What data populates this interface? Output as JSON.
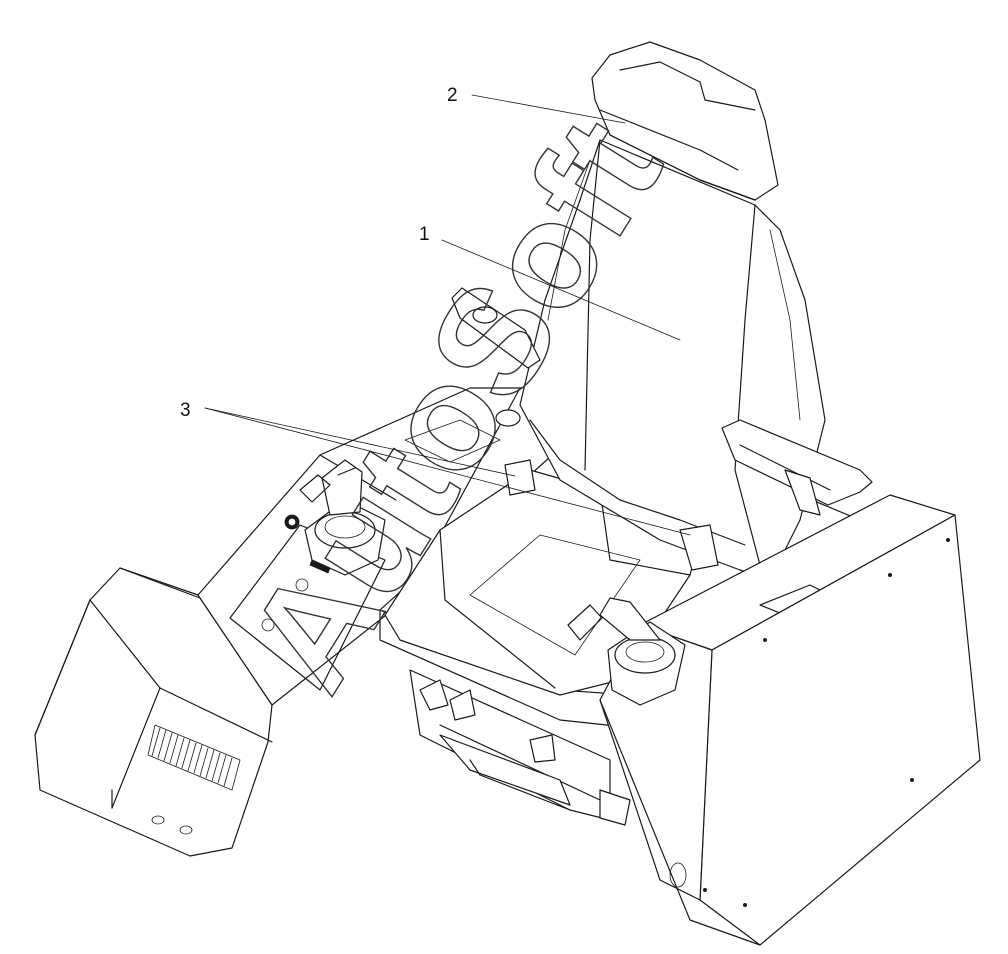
{
  "callouts": [
    {
      "id": "1",
      "label": "1"
    },
    {
      "id": "2",
      "label": "2"
    },
    {
      "id": "3",
      "label": "3"
    }
  ],
  "watermark": "AutoSoft",
  "colors": {
    "line": "#1a1a1a",
    "background": "#ffffff"
  }
}
